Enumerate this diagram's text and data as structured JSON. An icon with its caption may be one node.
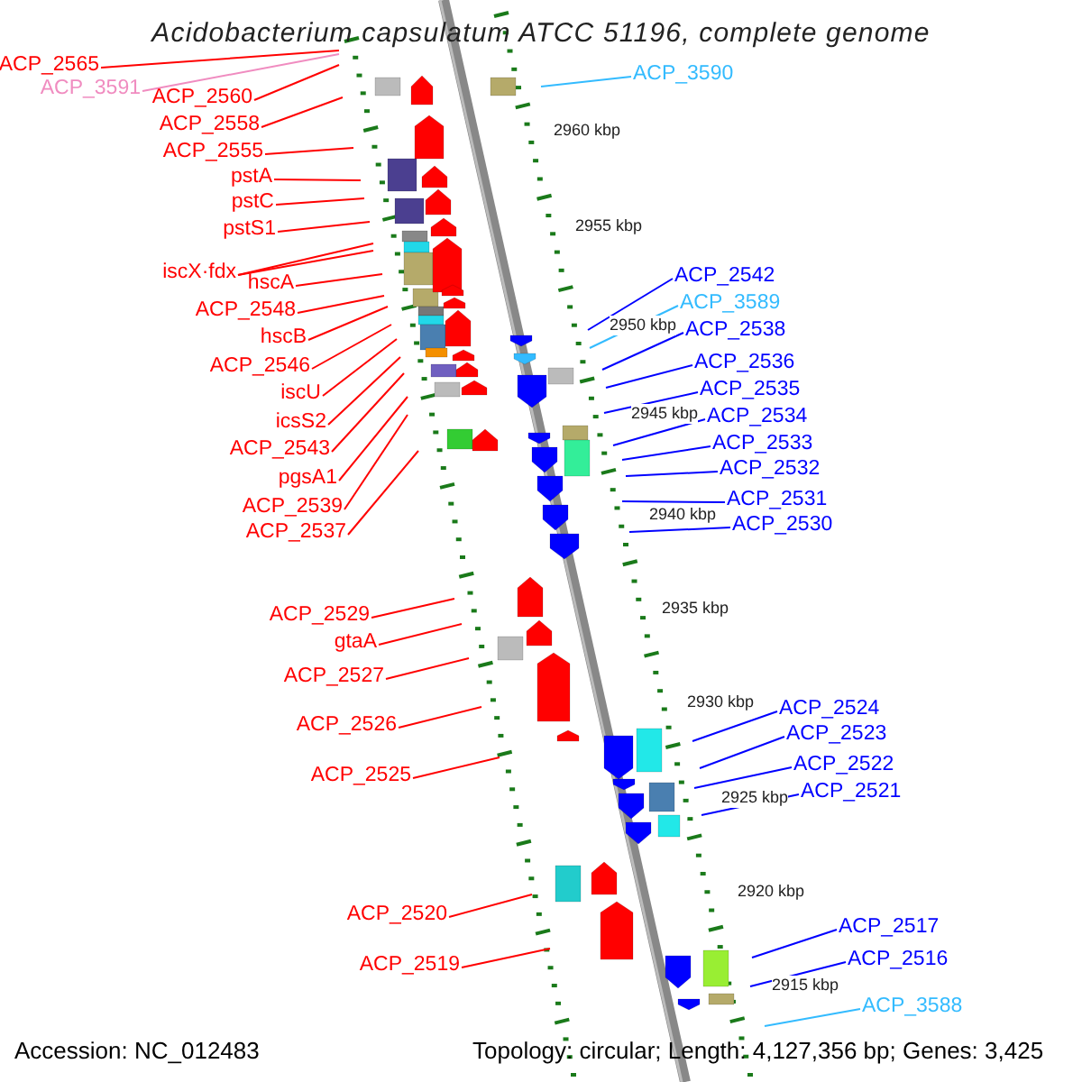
{
  "diagram": {
    "title": "Acidobacterium capsulatum ATCC 51196, complete genome",
    "nodes": [
      {
        "text": [
          "ACP_2565"
        ]
      },
      {
        "text": [
          "ACP_3591"
        ]
      },
      {
        "text": [
          "ACP_2560"
        ]
      },
      {
        "text": [
          "ACP_2558"
        ]
      },
      {
        "text": [
          "ACP_2555"
        ]
      },
      {
        "text": [
          "pstA"
        ]
      },
      {
        "text": [
          "pstC"
        ]
      },
      {
        "text": [
          "pstS1"
        ]
      },
      {
        "text": [
          "iscX·fdx"
        ]
      },
      {
        "text": [
          "hscA"
        ]
      },
      {
        "text": [
          "ACP_2548"
        ]
      },
      {
        "text": [
          "hscB"
        ]
      },
      {
        "text": [
          "ACP_2546"
        ]
      },
      {
        "text": [
          "iscU"
        ]
      },
      {
        "text": [
          "icsS2"
        ]
      },
      {
        "text": [
          "ACP_2543"
        ]
      },
      {
        "text": [
          "pgsA1"
        ]
      },
      {
        "text": [
          "ACP_2539"
        ]
      },
      {
        "text": [
          "ACP_2537"
        ]
      },
      {
        "text": [
          "ACP_2529"
        ]
      },
      {
        "text": [
          "gtaA"
        ]
      },
      {
        "text": [
          "ACP_2527"
        ]
      },
      {
        "text": [
          "ACP_2526"
        ]
      },
      {
        "text": [
          "ACP_2525"
        ]
      },
      {
        "text": [
          "ACP_2520"
        ]
      },
      {
        "text": [
          "ACP_2519"
        ]
      },
      {
        "text": [
          "ACP_3590"
        ]
      },
      {
        "text": [
          "ACP_2542"
        ]
      },
      {
        "text": [
          "ACP_3589"
        ]
      },
      {
        "text": [
          "ACP_2538"
        ]
      },
      {
        "text": [
          "ACP_2536"
        ]
      },
      {
        "text": [
          "ACP_2535"
        ]
      },
      {
        "text": [
          "ACP_2534"
        ]
      },
      {
        "text": [
          "ACP_2533"
        ]
      },
      {
        "text": [
          "ACP_2532"
        ]
      },
      {
        "text": [
          "ACP_2531"
        ]
      },
      {
        "text": [
          "ACP_2530"
        ]
      },
      {
        "text": [
          "ACP_2524"
        ]
      },
      {
        "text": [
          "ACP_2523"
        ]
      },
      {
        "text": [
          "ACP_2522"
        ]
      },
      {
        "text": [
          "ACP_2521"
        ]
      },
      {
        "text": [
          "ACP_2517"
        ]
      },
      {
        "text": [
          "ACP_2516"
        ]
      },
      {
        "text": [
          "ACP_3588"
        ]
      }
    ],
    "edges": [
      {
        "from": 0,
        "to": null,
        "arrow": "none"
      },
      {
        "from": 1,
        "to": null,
        "arrow": "none",
        "color": "#f08cc0"
      },
      {
        "from": 2,
        "to": null,
        "arrow": "none"
      },
      {
        "from": 3,
        "to": null,
        "arrow": "none"
      },
      {
        "from": 4,
        "to": null,
        "arrow": "none"
      },
      {
        "from": 5,
        "to": null,
        "arrow": "none"
      },
      {
        "from": 6,
        "to": null,
        "arrow": "none"
      },
      {
        "from": 7,
        "to": null,
        "arrow": "none"
      },
      {
        "from": 8,
        "to": null,
        "arrow": "none"
      },
      {
        "from": 8,
        "to": null,
        "arrow": "none"
      },
      {
        "from": 9,
        "to": null,
        "arrow": "none"
      },
      {
        "from": 10,
        "to": null,
        "arrow": "none"
      },
      {
        "from": 11,
        "to": null,
        "arrow": "none"
      },
      {
        "from": 12,
        "to": null,
        "arrow": "none"
      },
      {
        "from": 13,
        "to": null,
        "arrow": "none"
      },
      {
        "from": 14,
        "to": null,
        "arrow": "none"
      },
      {
        "from": 15,
        "to": null,
        "arrow": "none"
      },
      {
        "from": 16,
        "to": null,
        "arrow": "none"
      },
      {
        "from": 17,
        "to": null,
        "arrow": "none"
      },
      {
        "from": 18,
        "to": null,
        "arrow": "none"
      },
      {
        "from": 19,
        "to": null,
        "arrow": "none"
      },
      {
        "from": 20,
        "to": null,
        "arrow": "none"
      },
      {
        "from": 21,
        "to": null,
        "arrow": "none"
      },
      {
        "from": 22,
        "to": null,
        "arrow": "none"
      },
      {
        "from": 23,
        "to": null,
        "arrow": "none"
      },
      {
        "from": 24,
        "to": null,
        "arrow": "none"
      },
      {
        "from": 25,
        "to": null,
        "arrow": "none"
      },
      {
        "from": 26,
        "to": null,
        "arrow": "none",
        "color": "#33bbff"
      },
      {
        "from": 27,
        "to": null,
        "arrow": "none",
        "color": "#0000ff"
      },
      {
        "from": 28,
        "to": null,
        "arrow": "none",
        "color": "#33bbff"
      },
      {
        "from": 29,
        "to": null,
        "arrow": "none",
        "color": "#0000ff"
      },
      {
        "from": 30,
        "to": null,
        "arrow": "none",
        "color": "#0000ff"
      },
      {
        "from": 31,
        "to": null,
        "arrow": "none",
        "color": "#0000ff"
      },
      {
        "from": 32,
        "to": null,
        "arrow": "none",
        "color": "#0000ff"
      },
      {
        "from": 33,
        "to": null,
        "arrow": "none",
        "color": "#0000ff"
      },
      {
        "from": 34,
        "to": null,
        "arrow": "none",
        "color": "#0000ff"
      },
      {
        "from": 35,
        "to": null,
        "arrow": "none",
        "color": "#0000ff"
      },
      {
        "from": 36,
        "to": null,
        "arrow": "none",
        "color": "#0000ff"
      },
      {
        "from": 37,
        "to": null,
        "arrow": "none",
        "color": "#0000ff"
      },
      {
        "from": 38,
        "to": null,
        "arrow": "none",
        "color": "#0000ff"
      },
      {
        "from": 39,
        "to": null,
        "arrow": "none",
        "color": "#0000ff"
      },
      {
        "from": 40,
        "to": null,
        "arrow": "none",
        "color": "#0000ff"
      },
      {
        "from": 41,
        "to": null,
        "arrow": "none",
        "color": "#0000ff"
      },
      {
        "from": 42,
        "to": null,
        "arrow": "none",
        "color": "#0000ff"
      },
      {
        "from": 43,
        "to": null,
        "arrow": "none",
        "color": "#33bbff"
      }
    ],
    "labels": [
      "2960 kbp",
      "2955 kbp",
      "2950 kbp",
      "2945 kbp",
      "2940 kbp",
      "2935 kbp",
      "2930 kbp",
      "2925 kbp",
      "2920 kbp",
      "2915 kbp",
      "Accession: NC_012483",
      "Topology: circular; Length: 4,127,356 bp; Genes: 3,425"
    ]
  }
}
